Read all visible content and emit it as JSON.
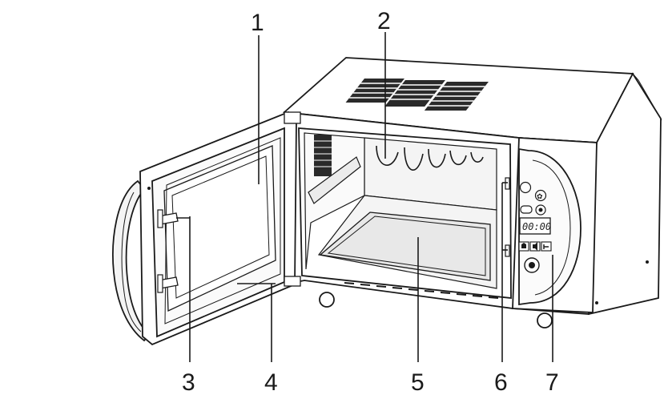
{
  "callouts": [
    {
      "id": "1",
      "label": "1"
    },
    {
      "id": "2",
      "label": "2"
    },
    {
      "id": "3",
      "label": "3"
    },
    {
      "id": "4",
      "label": "4"
    },
    {
      "id": "5",
      "label": "5"
    },
    {
      "id": "6",
      "label": "6"
    },
    {
      "id": "7",
      "label": "7"
    }
  ],
  "control_panel": {
    "display_readout": "00:00"
  }
}
